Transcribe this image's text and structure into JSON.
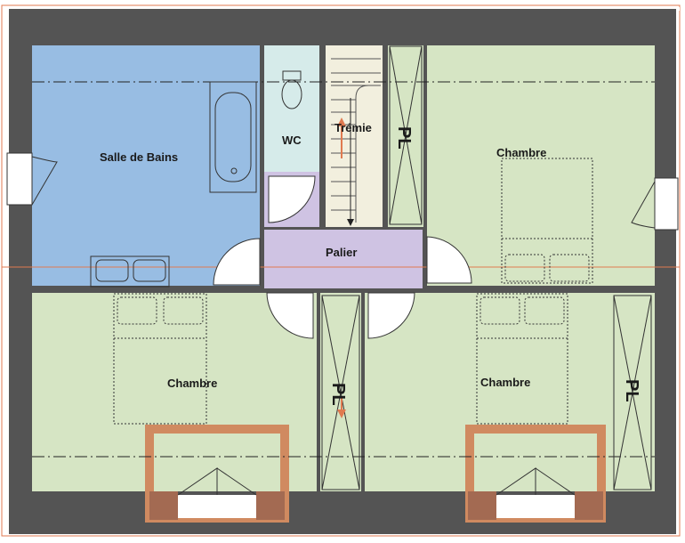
{
  "rooms": {
    "bathroom": "Salle de Bains",
    "wc": "WC",
    "stair_void": "Trémie",
    "landing": "Palier",
    "bedroom_top_right": "Chambre",
    "bedroom_bottom_left": "Chambre",
    "bedroom_bottom_right": "Chambre"
  },
  "closets": {
    "top": "PL",
    "middle": "PL",
    "right": "PL"
  },
  "colors": {
    "wall": "#545454",
    "bathroom": "#98bde3",
    "wc": "#d6ebea",
    "landing": "#cfc3e3",
    "bedroom": "#d6e5c4",
    "outline": "#e07a50",
    "frame": "#d08a60",
    "arrow": "#e07a50"
  }
}
